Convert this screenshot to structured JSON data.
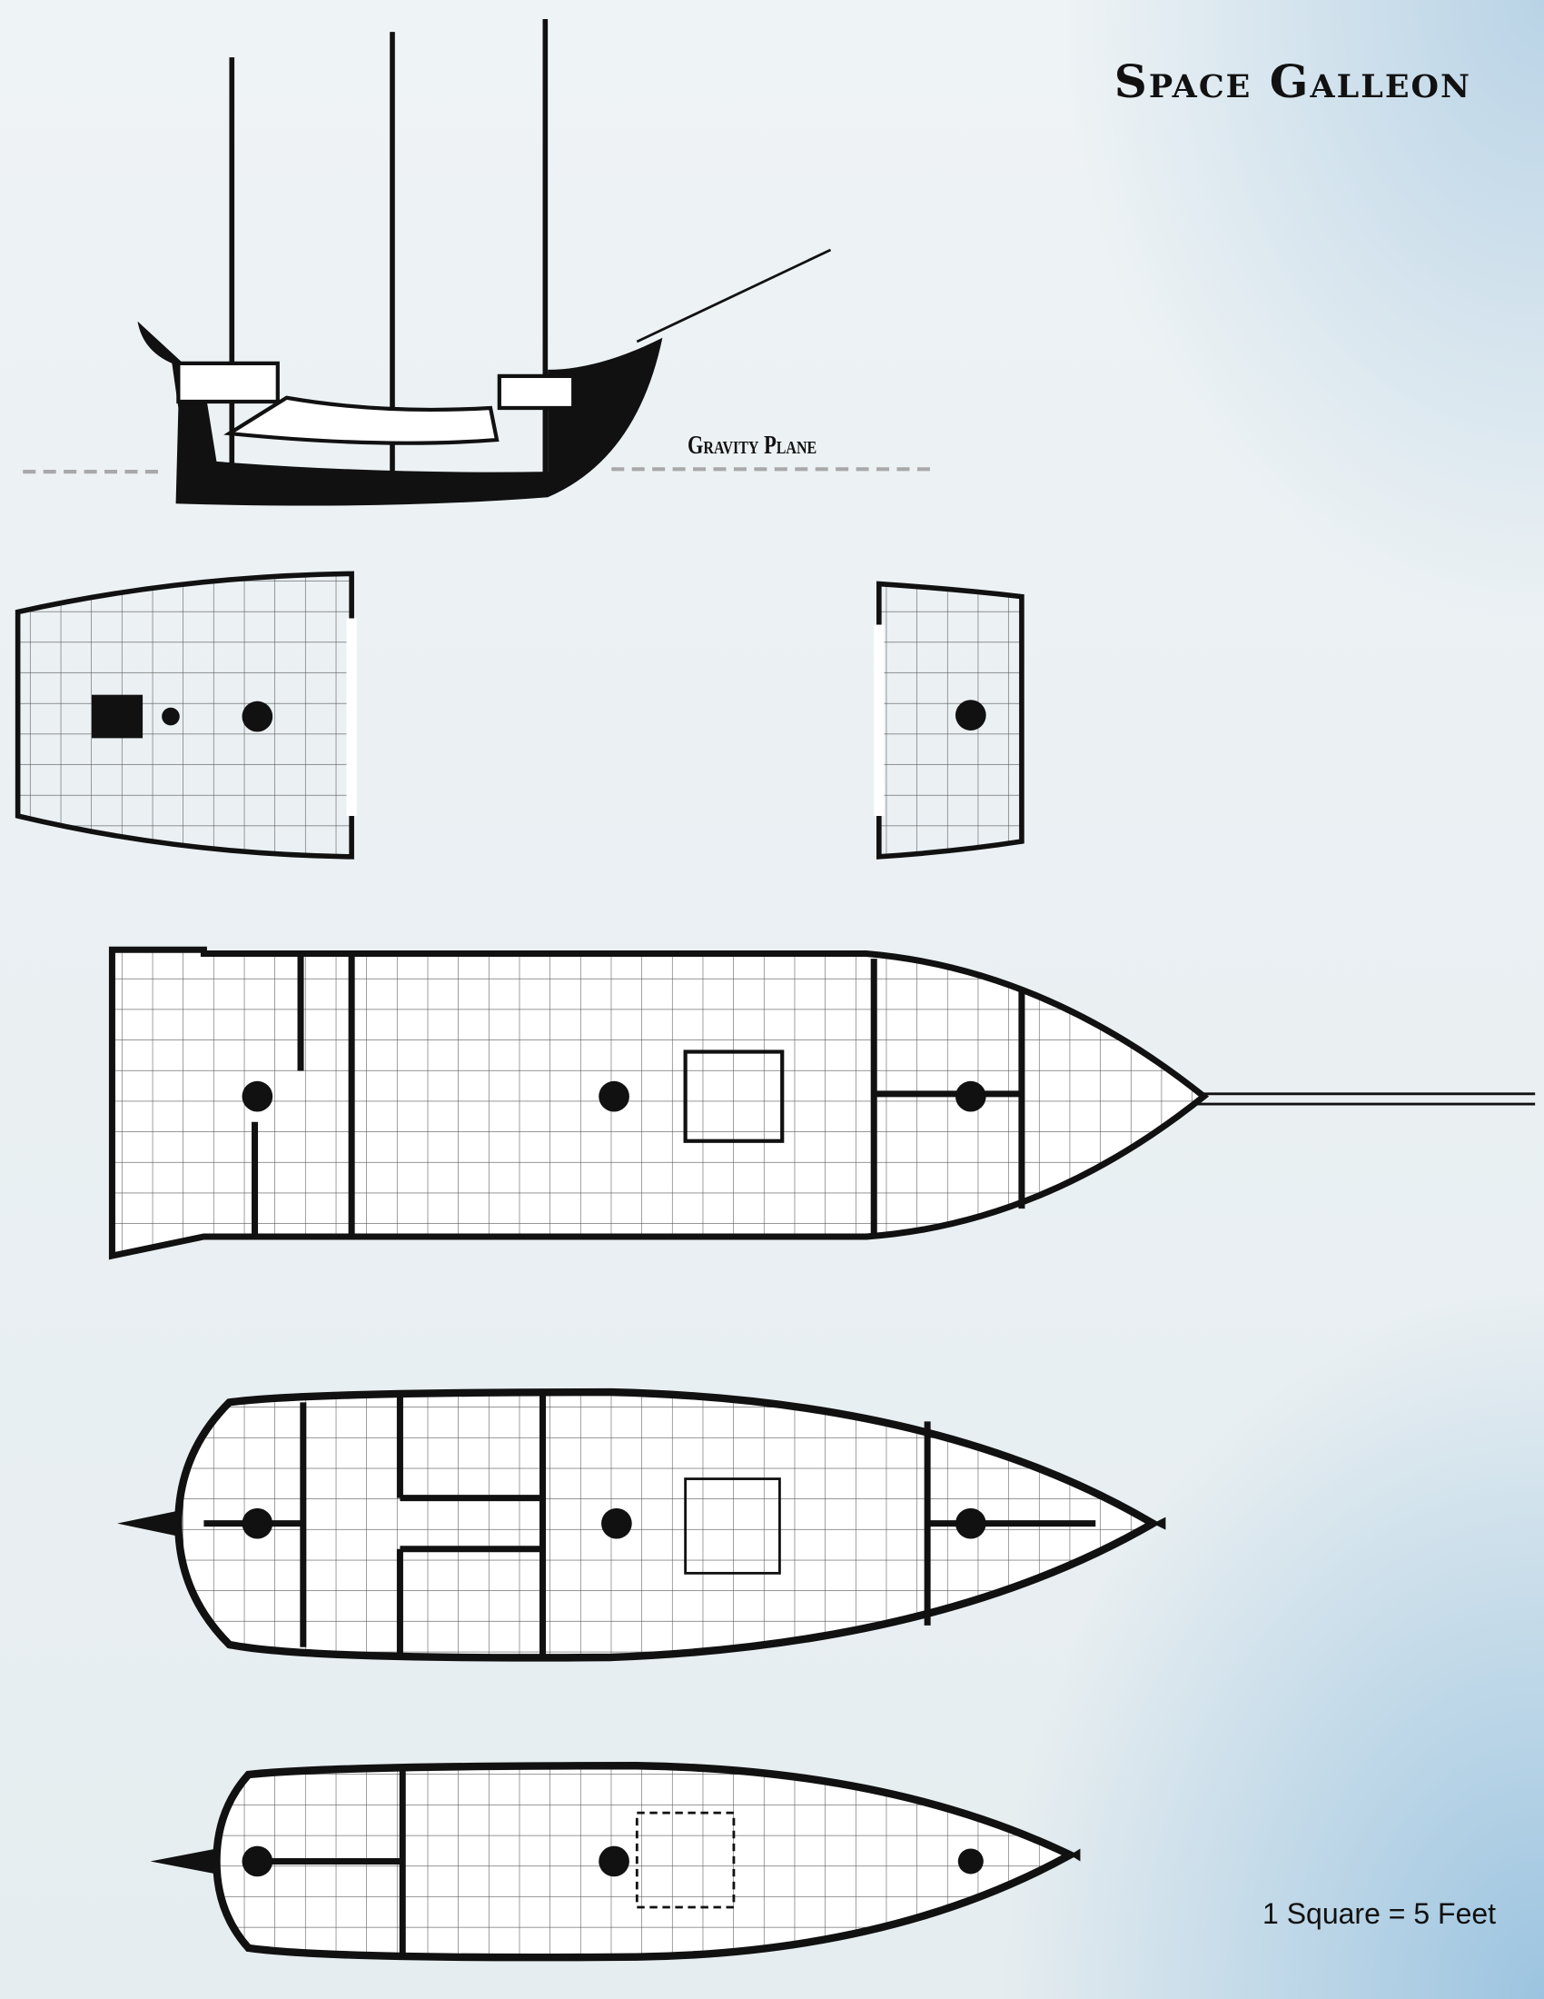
{
  "title": "Space Galleon",
  "labels": {
    "gravity_plane": "Gravity Plane",
    "scale": "1 Square = 5 Feet"
  },
  "colors": {
    "ink": "#111111",
    "deck": "#ffffff",
    "grid": "#555555",
    "gravity_line": "#a8a8a8"
  },
  "views": [
    "side-elevation",
    "quarterdeck",
    "forecastle",
    "main-deck",
    "lower-deck",
    "hold"
  ]
}
